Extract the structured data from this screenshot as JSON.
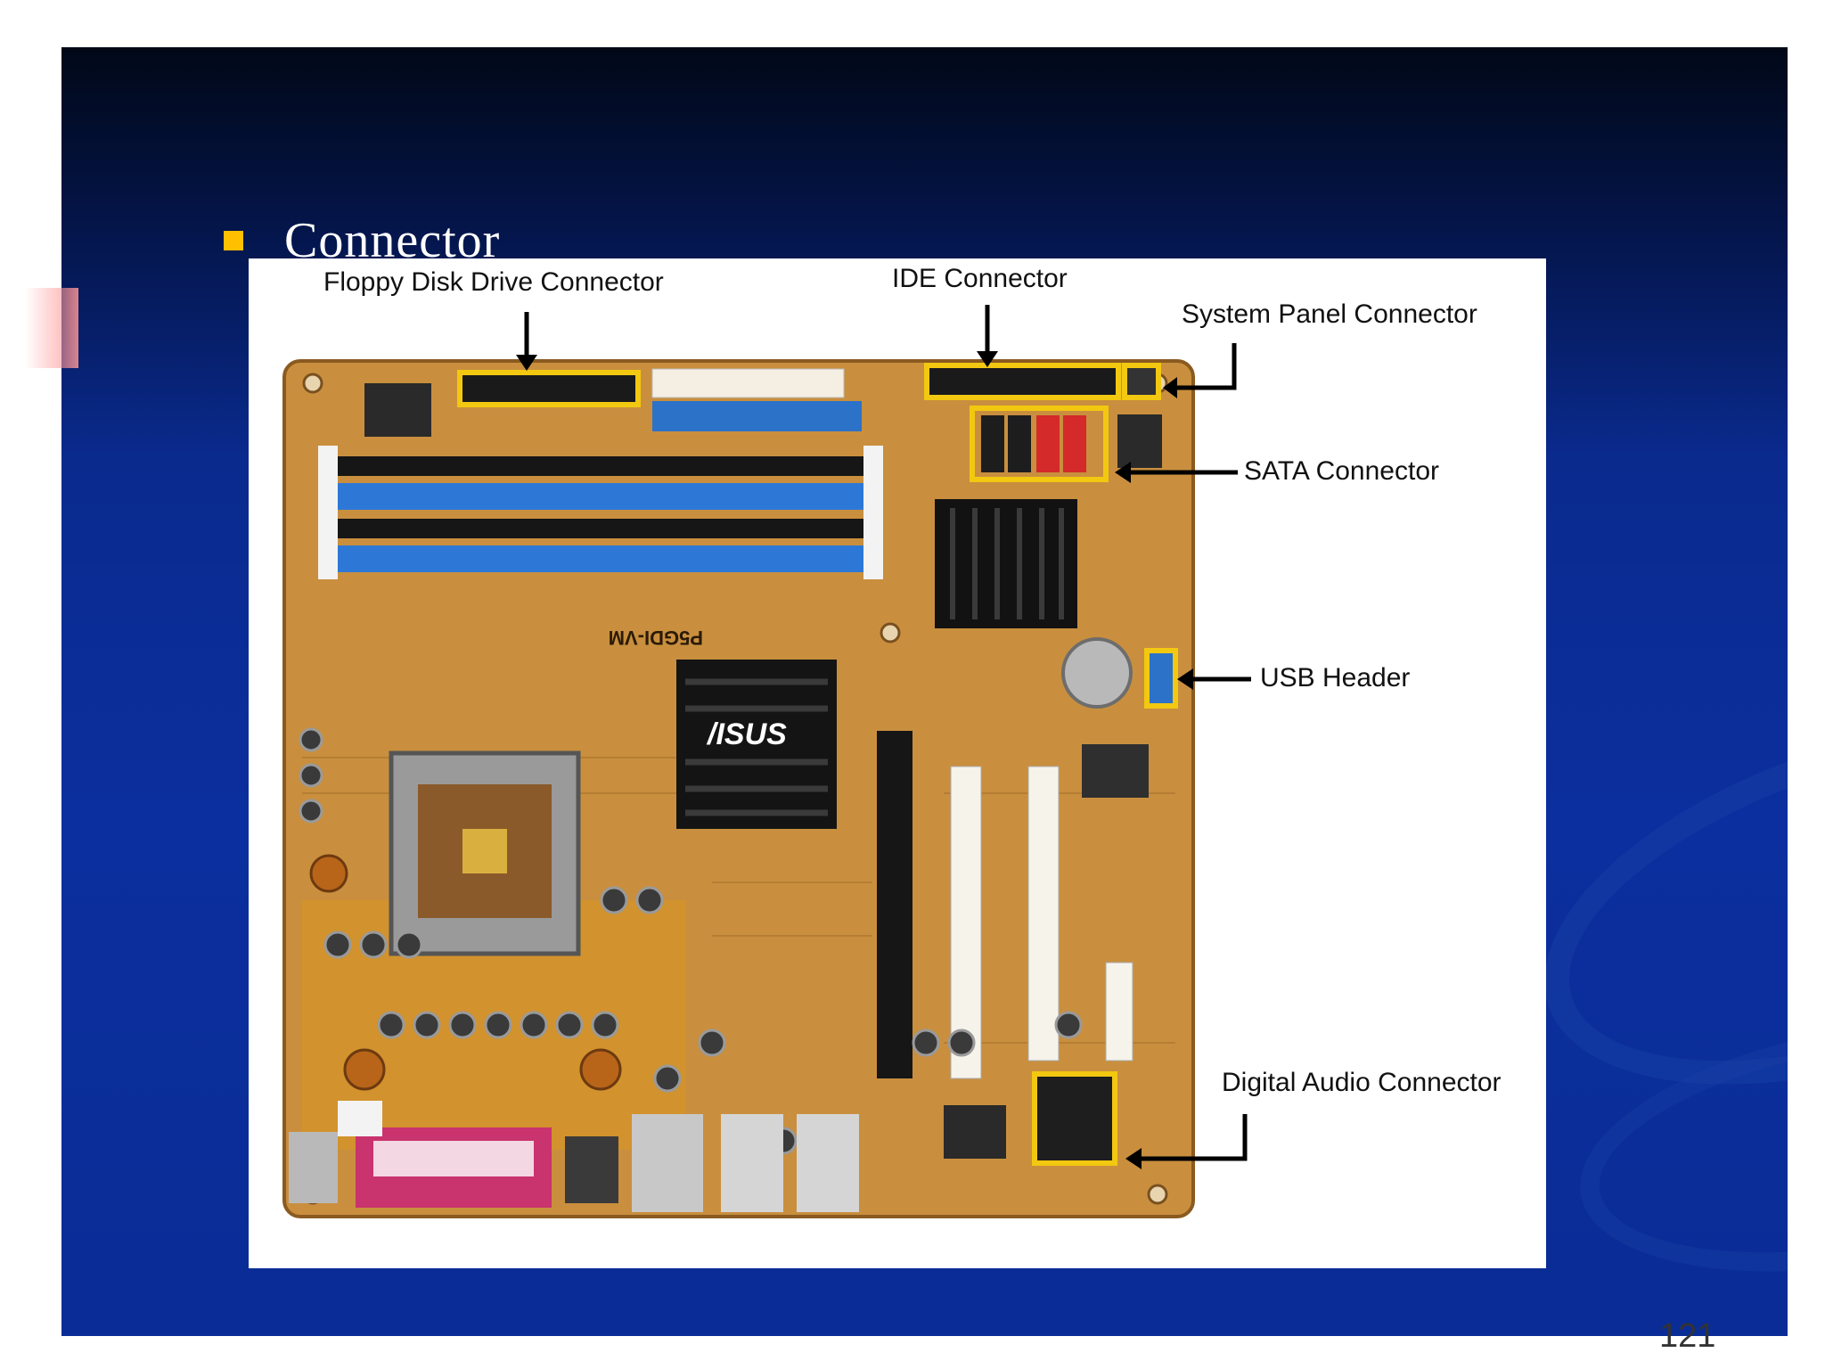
{
  "slide": {
    "title": "Connector",
    "slide_number": "121",
    "colors": {
      "background_top": "#010817",
      "background_main": "#0b2f9e",
      "bullet": "#ffc000",
      "highlight": "#f2c811"
    }
  },
  "figure": {
    "image_description_icon": "motherboard-photo",
    "board_silkscreen": "P5GDI-VM",
    "heatsink_logo": "/ISUS",
    "callouts": [
      {
        "id": "floppy",
        "label": "Floppy Disk Drive Connector"
      },
      {
        "id": "ide",
        "label": "IDE Connector"
      },
      {
        "id": "system-panel",
        "label": "System Panel Connector"
      },
      {
        "id": "sata",
        "label": "SATA Connector"
      },
      {
        "id": "usb",
        "label": "USB Header"
      },
      {
        "id": "digital-audio",
        "label": "Digital Audio Connector"
      }
    ]
  }
}
